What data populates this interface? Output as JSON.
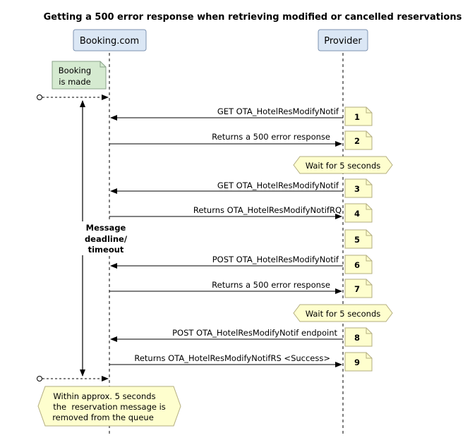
{
  "title": "Getting a 500 error response when retrieving modified or cancelled reservations",
  "participants": {
    "booking": "Booking.com",
    "provider": "Provider"
  },
  "notes": {
    "booking_made": [
      "Booking",
      "is made"
    ],
    "deadline": [
      "Message",
      "deadline/",
      "timeout"
    ],
    "wait1": "Wait for 5 seconds",
    "wait2": "Wait for 5 seconds",
    "removed": [
      "Within approx. 5 seconds",
      "the  reservation message is",
      "removed from the queue"
    ]
  },
  "messages": [
    {
      "text": "GET OTA_HotelResModifyNotif",
      "step": "1"
    },
    {
      "text": "Returns a 500 error response",
      "step": "2"
    },
    {
      "text": "GET OTA_HotelResModifyNotif",
      "step": "3"
    },
    {
      "text": "Returns OTA_HotelResModifyNotifRQ",
      "step": "4"
    },
    {
      "text": "",
      "step": "5"
    },
    {
      "text": "POST OTA_HotelResModifyNotif",
      "step": "6"
    },
    {
      "text": "Returns a 500 error response",
      "step": "7"
    },
    {
      "text": "POST OTA_HotelResModifyNotif endpoint",
      "step": "8"
    },
    {
      "text": "Returns OTA_HotelResModifyNotifRS <Success>",
      "step": "9"
    }
  ],
  "colors": {
    "participant_fill": "#dbe7f5",
    "participant_stroke": "#7c93b1",
    "note_fill": "#fefece",
    "green_note_fill": "#d5ead0",
    "line": "#000000"
  }
}
